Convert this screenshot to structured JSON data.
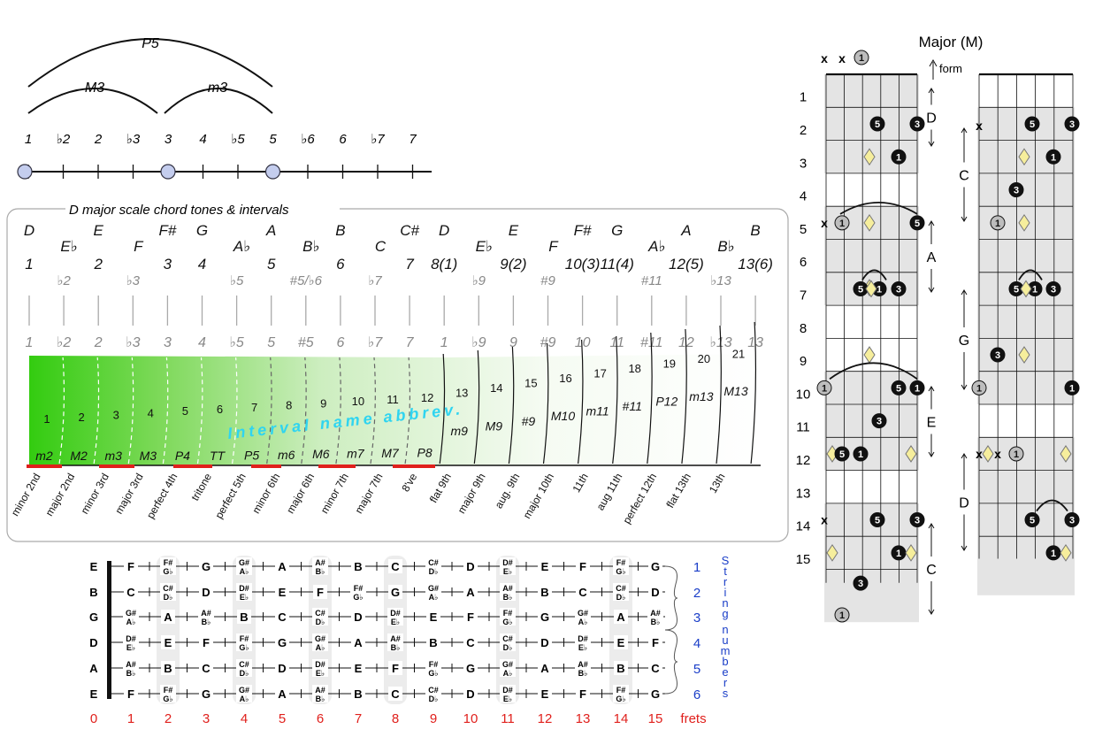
{
  "arcs": {
    "p5": "P5",
    "m3_major": "M3",
    "m3_minor": "m3"
  },
  "degree_scale": [
    "1",
    "♭2",
    "2",
    "♭3",
    "3",
    "4",
    "♭5",
    "5",
    "♭6",
    "6",
    "♭7",
    "7"
  ],
  "degree_dots": [
    0,
    4,
    7
  ],
  "panel": {
    "title": "D major scale chord tones & intervals",
    "overlay_caption": "Interval name abbrev.",
    "notes": [
      {
        "note": "D",
        "deg": "1",
        "int": "1",
        "dark": true
      },
      {
        "note": "E♭",
        "deg": "♭2",
        "int": "♭2",
        "dark": false
      },
      {
        "note": "E",
        "deg": "2",
        "int": "2",
        "dark": true
      },
      {
        "note": "F",
        "deg": "♭3",
        "int": "♭3",
        "dark": false
      },
      {
        "note": "F#",
        "deg": "3",
        "int": "3",
        "dark": true
      },
      {
        "note": "G",
        "deg": "4",
        "int": "4",
        "dark": true
      },
      {
        "note": "A♭",
        "deg": "♭5",
        "int": "♭5",
        "dark": false
      },
      {
        "note": "A",
        "deg": "5",
        "int": "5",
        "dark": true
      },
      {
        "note": "B♭",
        "deg": "#5/♭6",
        "int": "#5",
        "dark": false
      },
      {
        "note": "B",
        "deg": "6",
        "int": "6",
        "dark": true
      },
      {
        "note": "C",
        "deg": "♭7",
        "int": "♭7",
        "dark": false
      },
      {
        "note": "C#",
        "deg": "7",
        "int": "7",
        "dark": true
      },
      {
        "note": "D",
        "deg": "8(1)",
        "int": "1",
        "dark": true
      },
      {
        "note": "E♭",
        "deg": "♭9",
        "int": "♭9",
        "dark": false
      },
      {
        "note": "E",
        "deg": "9(2)",
        "int": "9",
        "dark": true
      },
      {
        "note": "F",
        "deg": "#9",
        "int": "#9",
        "dark": false
      },
      {
        "note": "F#",
        "deg": "10(3)",
        "int": "10",
        "dark": true
      },
      {
        "note": "G",
        "deg": "11(4)",
        "int": "11",
        "dark": true
      },
      {
        "note": "A♭",
        "deg": "#11",
        "int": "#11",
        "dark": false
      },
      {
        "note": "A",
        "deg": "12(5)",
        "int": "12",
        "dark": true
      },
      {
        "note": "B♭",
        "deg": "♭13",
        "int": "♭13",
        "dark": false
      },
      {
        "note": "B",
        "deg": "13(6)",
        "int": "13",
        "dark": true
      }
    ],
    "semitones": [
      "1",
      "2",
      "3",
      "4",
      "5",
      "6",
      "7",
      "8",
      "9",
      "10",
      "11",
      "12",
      "13",
      "14",
      "15",
      "16",
      "17",
      "18",
      "19",
      "20",
      "21"
    ],
    "abbrevs": [
      "m2",
      "M2",
      "m3",
      "M3",
      "P4",
      "TT",
      "P5",
      "m6",
      "M6",
      "m7",
      "M7",
      "P8",
      "m9",
      "M9",
      "#9",
      "M10",
      "m11",
      "#11",
      "P12",
      "m13",
      "M13"
    ],
    "names": [
      "minor 2nd",
      "major 2nd",
      "minor 3rd",
      "major 3rd",
      "perfect 4th",
      "tritone",
      "perfect 5th",
      "minor 6th",
      "major 6th",
      "minor 7th",
      "major 7th",
      "8've",
      "flat 9th",
      "major 9th",
      "aug. 9th",
      "major 10th",
      "11th",
      "aug 11th",
      "perfect 12th",
      "flat 13th",
      "13th"
    ]
  },
  "fretboard": {
    "open_strings": [
      "E",
      "B",
      "G",
      "D",
      "A",
      "E"
    ],
    "rows": [
      [
        "F",
        "F#|G♭",
        "G",
        "G#|A♭",
        "A",
        "A#|B♭",
        "B",
        "C",
        "C#|D♭",
        "D",
        "D#|E♭",
        "E",
        "F",
        "F#|G♭",
        "G"
      ],
      [
        "C",
        "C#|D♭",
        "D",
        "D#|E♭",
        "E",
        "F",
        "F#|G♭",
        "G",
        "G#|A♭",
        "A",
        "A#|B♭",
        "B",
        "C",
        "C#|D♭",
        "D"
      ],
      [
        "G#|A♭",
        "A",
        "A#|B♭",
        "B",
        "C",
        "C#|D♭",
        "D",
        "D#|E♭",
        "E",
        "F",
        "F#|G♭",
        "G",
        "G#|A♭",
        "A",
        "A#|B♭"
      ],
      [
        "D#|E♭",
        "E",
        "F",
        "F#|G♭",
        "G",
        "G#|A♭",
        "A",
        "A#|B♭",
        "B",
        "C",
        "C#|D♭",
        "D",
        "D#|E♭",
        "E",
        "F"
      ],
      [
        "A#|B♭",
        "B",
        "C",
        "C#|D♭",
        "D",
        "D#|E♭",
        "E",
        "F",
        "F#|G♭",
        "G",
        "G#|A♭",
        "A",
        "A#|B♭",
        "B",
        "C"
      ],
      [
        "F",
        "F#|G♭",
        "G",
        "G#|A♭",
        "A",
        "A#|B♭",
        "B",
        "C",
        "C#|D♭",
        "D",
        "D#|E♭",
        "E",
        "F",
        "F#|G♭",
        "G"
      ]
    ],
    "string_numbers": [
      "1",
      "2",
      "3",
      "4",
      "5",
      "6"
    ],
    "string_label_letters": [
      "S",
      "t",
      "r",
      "i",
      "n",
      "g",
      "n",
      "u",
      "m",
      "b",
      "e",
      "r",
      "s"
    ],
    "frets": [
      "0",
      "1",
      "2",
      "3",
      "4",
      "5",
      "6",
      "7",
      "8",
      "9",
      "10",
      "11",
      "12",
      "13",
      "14",
      "15"
    ],
    "frets_label": "frets",
    "colors": {
      "fret_numbers": "#e0201c",
      "string_numbers": "#1a3ec8"
    }
  },
  "chord": {
    "title": "Major (M)",
    "form_label": "form",
    "fret_numbers": [
      "1",
      "2",
      "3",
      "4",
      "5",
      "6",
      "7",
      "8",
      "9",
      "10",
      "11",
      "12",
      "13",
      "14",
      "15"
    ],
    "forms_left": [
      "D",
      "A",
      "E",
      "C"
    ],
    "forms_right": [
      "C",
      "G",
      "D"
    ],
    "mute": "x",
    "dot_labels": {
      "root": "1",
      "third": "3",
      "fifth": "5"
    }
  }
}
